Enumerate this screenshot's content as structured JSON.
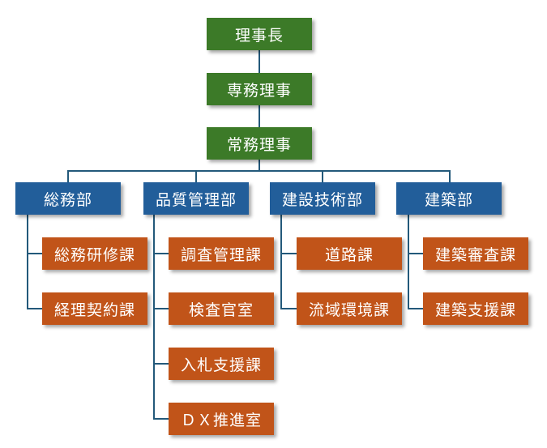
{
  "title": "組織図",
  "colors": {
    "executive": "#3c7a28",
    "department": "#225e9a",
    "section": "#c15419",
    "connector": "#23597a"
  },
  "executives": [
    {
      "label": "理事長"
    },
    {
      "label": "専務理事"
    },
    {
      "label": "常務理事"
    }
  ],
  "departments": [
    {
      "label": "総務部",
      "sections": [
        {
          "label": "総務研修課"
        },
        {
          "label": "経理契約課"
        }
      ]
    },
    {
      "label": "品質管理部",
      "sections": [
        {
          "label": "調査管理課"
        },
        {
          "label": "検査官室"
        },
        {
          "label": "入札支援課"
        },
        {
          "label": "ＤＸ推進室"
        }
      ]
    },
    {
      "label": "建設技術部",
      "sections": [
        {
          "label": "道路課"
        },
        {
          "label": "流域環境課"
        }
      ]
    },
    {
      "label": "建築部",
      "sections": [
        {
          "label": "建築審査課"
        },
        {
          "label": "建築支援課"
        }
      ]
    }
  ]
}
